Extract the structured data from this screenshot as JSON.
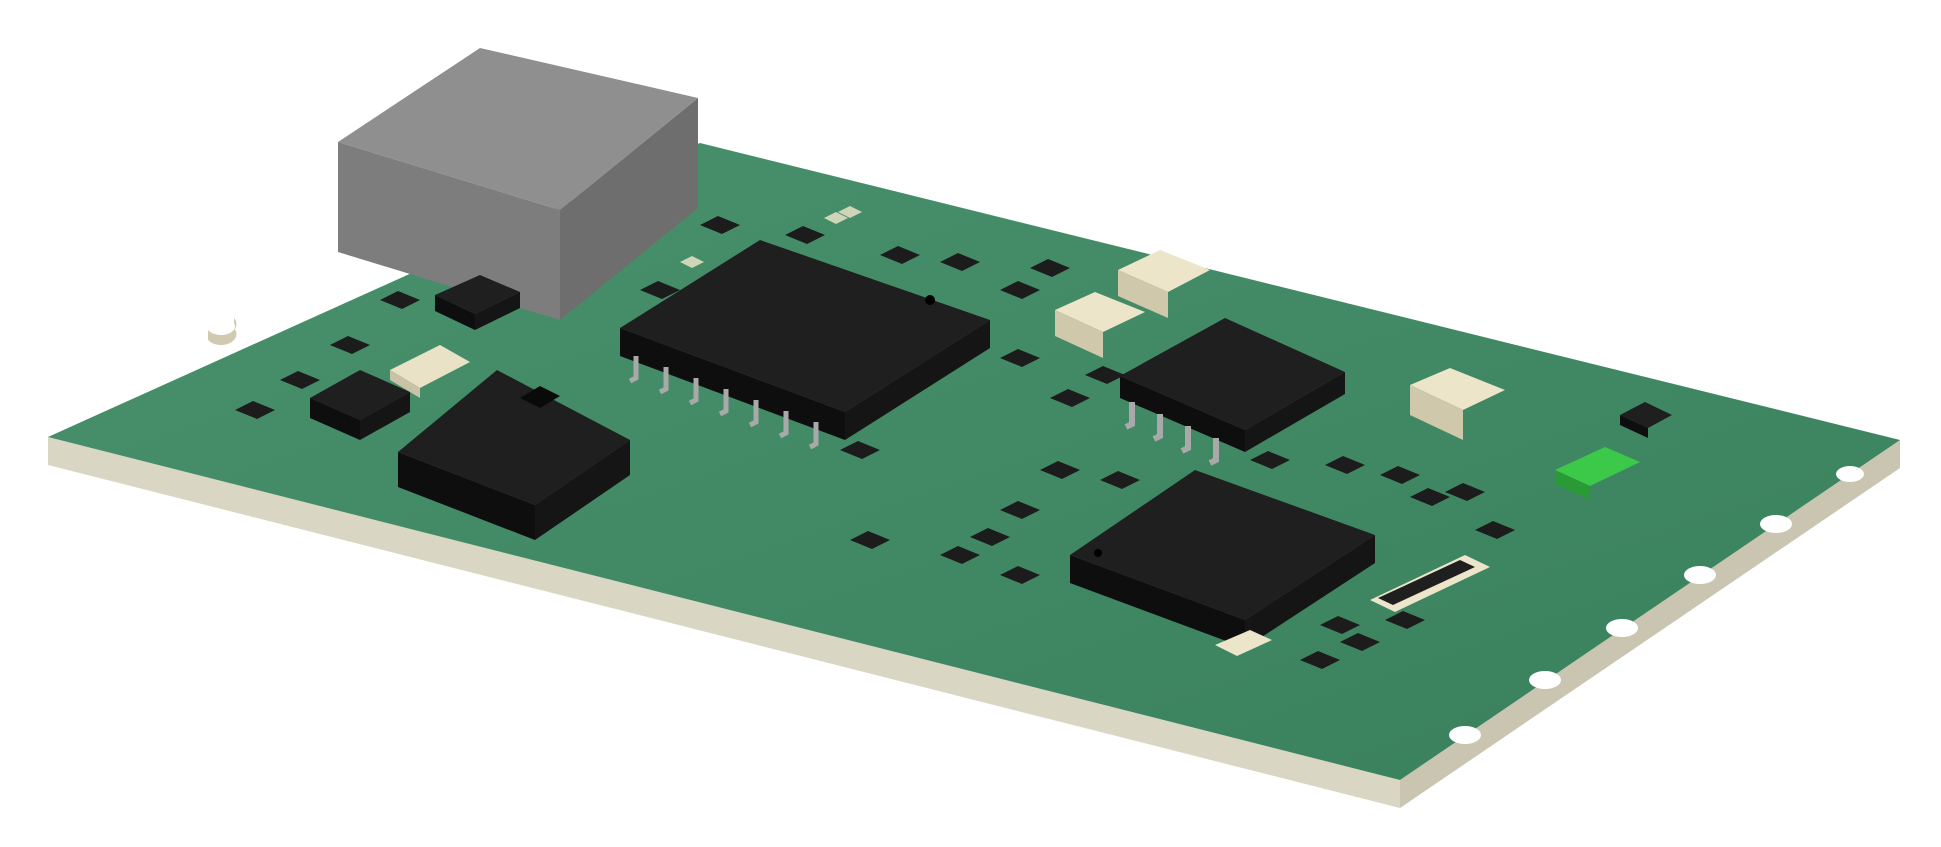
{
  "scene": {
    "subject": "pcb-module-render",
    "colors": {
      "background": "#ffffff",
      "board_top": "#3d8a63",
      "board_edge": "#d9d6c3",
      "board_edge_shadow": "#bdb9a4",
      "component_black": "#1c1c1c",
      "component_side": "#0e0e0e",
      "shield_top": "#8d8d8d",
      "shield_front": "#7a7a7a",
      "shield_side": "#6a6a6a",
      "pad_cream": "#e9e2c7",
      "lead_metal": "#a9a9a9",
      "led_green": "#3cc94a"
    },
    "icons": [
      "rf-shield-can",
      "soic-16-chip",
      "tssop-chip",
      "qfn-chip",
      "sot-package",
      "crystal",
      "led",
      "chip-capacitor",
      "chip-resistor",
      "castellated-pad"
    ]
  }
}
